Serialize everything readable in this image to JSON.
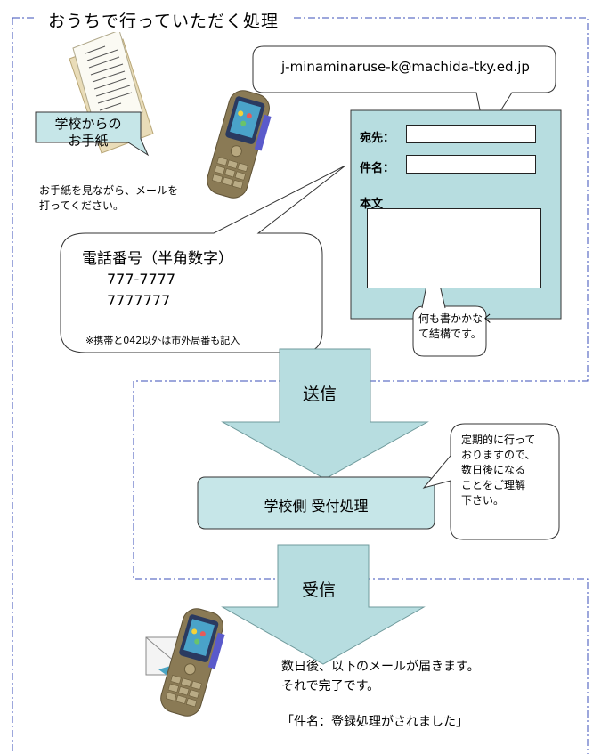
{
  "title": "おうちで行っていただく処理",
  "email_address": "j-minaminaruse-k@machida-tky.ed.jp",
  "letter_label": [
    "学校からの",
    "お手紙"
  ],
  "letter_instruction": [
    "お手紙を見ながら、メールを",
    "打ってください。"
  ],
  "mail_form": {
    "to_label": "宛先：",
    "subject_label": "件名：",
    "body_label": "本文"
  },
  "phone_bubble": {
    "heading": "電話番号（半角数字）",
    "examples": [
      "777-7777",
      "7777777"
    ],
    "note": "※携帯と042以外は市外局番も記入"
  },
  "body_note": [
    "何も書かかなく",
    "て結構です。"
  ],
  "send_label": "送信",
  "process_box": "学校側 受付処理",
  "process_note": [
    "定期的に行って",
    "おりますので、",
    "数日後になる",
    "ことをご理解",
    "下さい。"
  ],
  "receive_label": "受信",
  "completion": {
    "line1": "数日後、以下のメールが届きます。",
    "line2": "それで完了です。",
    "line3": "「件名：登録処理がされました」"
  },
  "colors": {
    "teal_fill": "#c6e6e8",
    "teal_dark": "#b7dde0",
    "frame_dash": "#3b4fb8",
    "phone_body": "#8a7a55",
    "phone_accent": "#5a5acb"
  }
}
